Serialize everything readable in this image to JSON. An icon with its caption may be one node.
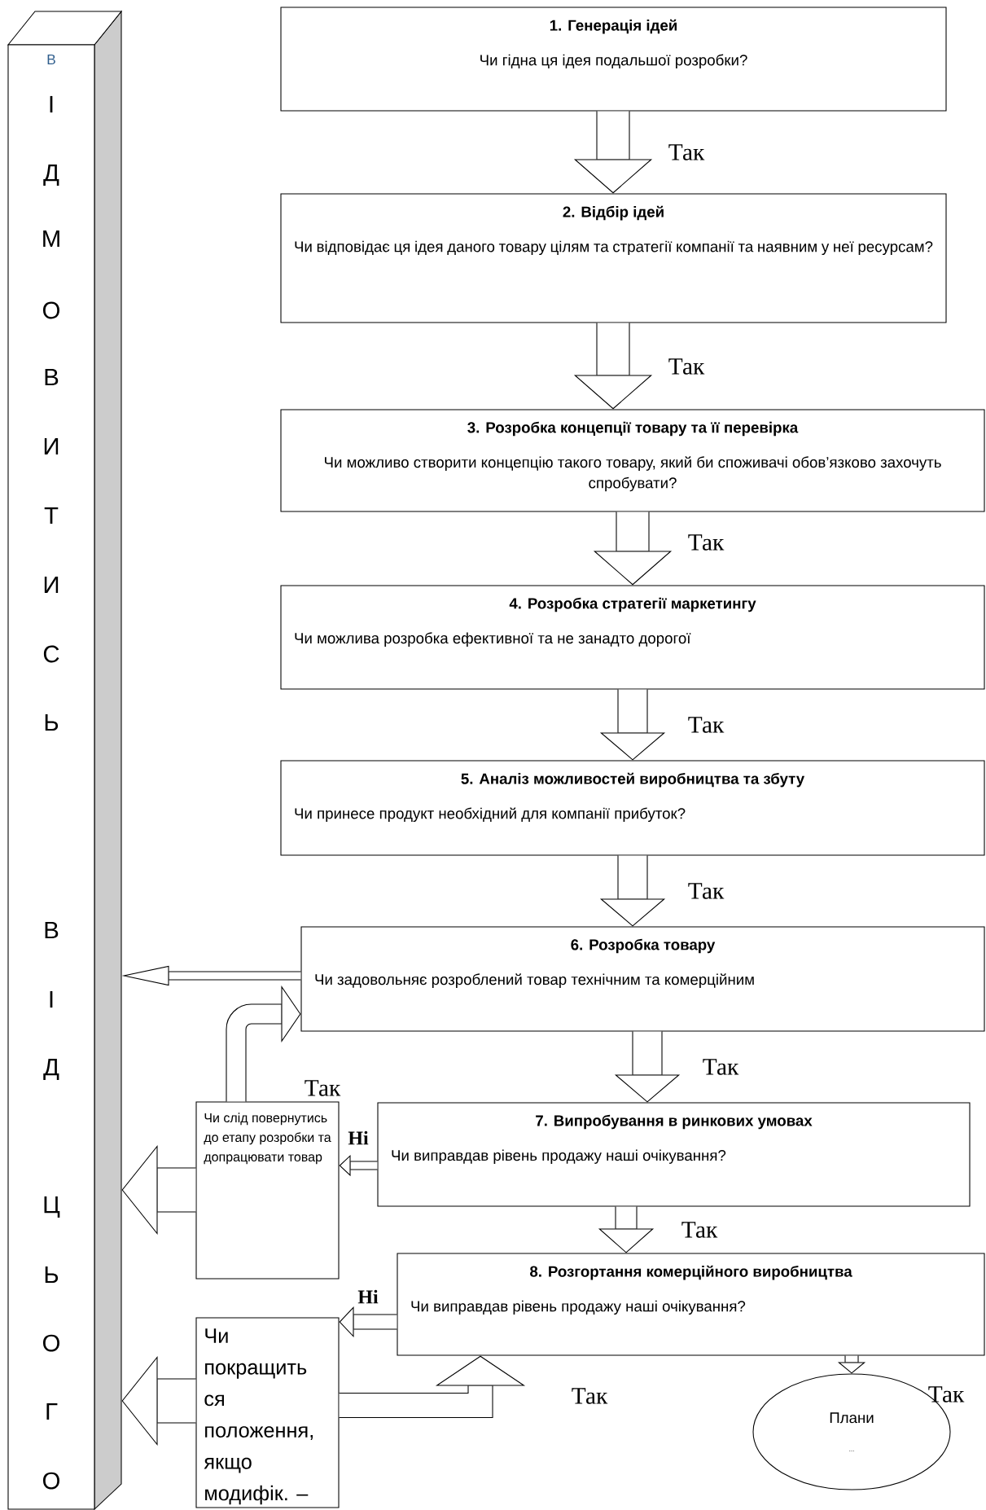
{
  "diagram": {
    "nodes": [
      {
        "text": [
          "В",
          "І",
          "Д",
          "М",
          "О",
          "В",
          "И",
          "Т",
          "И",
          "С",
          "Ь",
          "В",
          "І",
          "Д",
          "Ц",
          "Ь",
          "О",
          "Г",
          "О"
        ]
      },
      {
        "text": [
          "1. Генерація ідей",
          "Чи гідна ця ідея подальшої розробки?"
        ]
      },
      {
        "text": [
          "2. Відбір ідей",
          "Чи відповідає ця ідея даного товару цілям та стратегії компанії та наявним у неї ресурсам?"
        ]
      },
      {
        "text": [
          "3. Розробка концепції товару та її перевірка",
          "Чи можливо створити концепцію такого товару, який би споживачі обов’язково захочуть спробувати?"
        ]
      },
      {
        "text": [
          "4. Розробка стратегії маркетингу",
          "Чи можлива розробка ефективної та не занадто дорогої"
        ]
      },
      {
        "text": [
          "5. Аналіз можливостей виробництва та збуту",
          "Чи принесе продукт необхідний для компанії  прибуток?"
        ]
      },
      {
        "text": [
          "6. Розробка товару",
          "Чи задовольняє розроблений товар технічним та комерційним"
        ]
      },
      {
        "text": [
          "7. Випробування в ринкових умовах",
          "Чи виправдав рівень продажу наші очікування?"
        ]
      },
      {
        "text": [
          "8. Розгортання комерційного виробництва",
          "Чи виправдав рівень продажу наші очікування?"
        ]
      },
      {
        "text": [
          "Чи слід повернутись до етапу розробки та допрацювати товар"
        ]
      },
      {
        "text": [
          "Чи покращить ся положення, якщо модифік. –"
        ]
      },
      {
        "text": [
          "Плани",
          "..."
        ]
      }
    ],
    "edges": [
      {
        "from": 1,
        "to": 2,
        "arrow": "to",
        "label": "Так"
      },
      {
        "from": 2,
        "to": 3,
        "arrow": "to",
        "label": "Так"
      },
      {
        "from": 3,
        "to": 4,
        "arrow": "to",
        "label": "Так"
      },
      {
        "from": 4,
        "to": 5,
        "arrow": "to",
        "label": "Так"
      },
      {
        "from": 5,
        "to": 6,
        "arrow": "to",
        "label": "Так"
      },
      {
        "from": 6,
        "to": 7,
        "arrow": "to",
        "label": "Так"
      },
      {
        "from": 7,
        "to": 8,
        "arrow": "to",
        "label": "Так"
      },
      {
        "from": 6,
        "to": 0,
        "arrow": "to"
      },
      {
        "from": 9,
        "to": 6,
        "arrow": "to",
        "label": "Так"
      },
      {
        "from": 7,
        "to": 9,
        "arrow": "to",
        "label": "Ні"
      },
      {
        "from": 9,
        "to": 0,
        "arrow": "to"
      },
      {
        "from": 8,
        "to": 10,
        "arrow": "to",
        "label": "Ні"
      },
      {
        "from": 10,
        "to": 8,
        "arrow": "to",
        "label": "Так"
      },
      {
        "from": 10,
        "to": 0,
        "arrow": "to"
      },
      {
        "from": 8,
        "to": 11,
        "arrow": "to",
        "label": "Так"
      }
    ]
  }
}
